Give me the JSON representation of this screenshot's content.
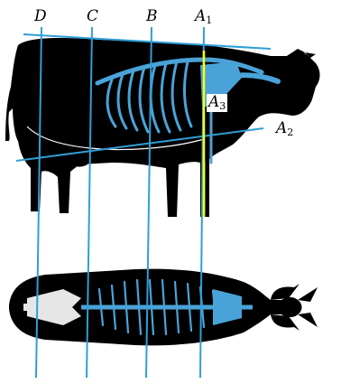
{
  "figure": {
    "labels": {
      "D": "D",
      "C": "C",
      "B": "B",
      "A1_main": "A",
      "A1_sub": "1",
      "A2_main": "A",
      "A2_sub": "2",
      "A3_main": "A",
      "A3_sub": "3"
    },
    "colors": {
      "background": "#ffffff",
      "silhouette": "#000000",
      "skeleton_blue": "#4aa3d8",
      "guide_line": "#2f9fd6",
      "highlight_line": "#ffff00",
      "skeleton_light": "#e6e6e6"
    },
    "views": [
      "side-view",
      "top-view"
    ]
  }
}
